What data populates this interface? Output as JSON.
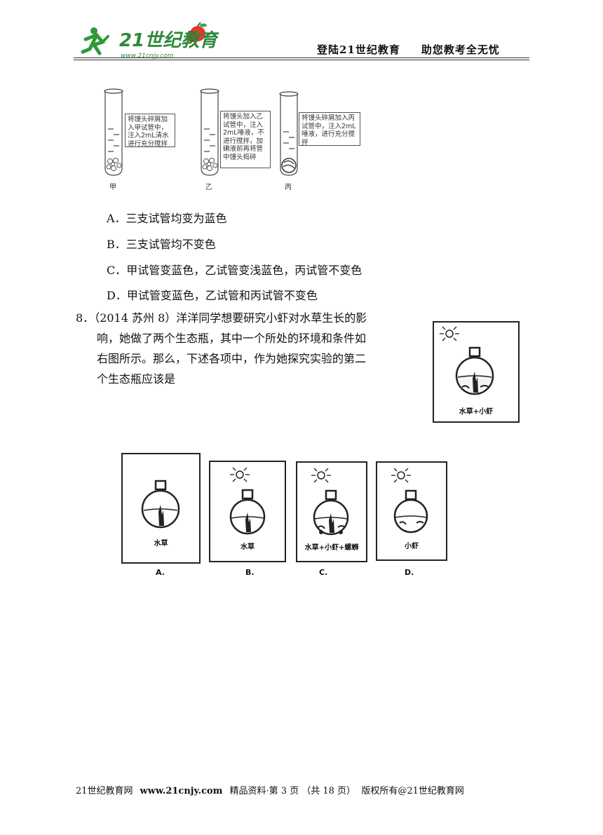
{
  "header": {
    "logo_text": "21世纪教育",
    "logo_url_text": "www.21cnjy.com",
    "slogan_left": "登陆21世纪教育",
    "slogan_right": "助您教考全无忧"
  },
  "tube_figure": {
    "tubes": [
      {
        "label": "甲",
        "note": "将馒头碎屑加入甲试管中，注入2mL清水进行充分搅拌"
      },
      {
        "label": "乙",
        "note": "将馒头加入乙试管中，注入2mL唾液，不进行搅拌，加碘液前再将管中馒头捣碎"
      },
      {
        "label": "丙",
        "note": "将馒头碎屑加入丙试管中，注入2mL唾液，进行充分搅拌"
      }
    ]
  },
  "options_q7": [
    "A．三支试管均变为蓝色",
    "B．三支试管均不变色",
    "C．甲试管变蓝色，乙试管变浅蓝色，丙试管不变色",
    "D．甲试管变蓝色，乙试管和丙试管不变色"
  ],
  "question8": {
    "number": "8．",
    "lines": [
      "（2014 苏州 8）洋洋同学想要研究小虾对水草生长的影",
      "响，她做了两个生态瓶，其中一个所处的环境和条件如",
      "右图所示。那么，下述各项中，作为她探究实验的第二",
      "个生态瓶应该是"
    ],
    "reference_label": "水草+小虾"
  },
  "options_q8": [
    {
      "letter": "A.",
      "label": "水草"
    },
    {
      "letter": "B.",
      "label": "水草"
    },
    {
      "letter": "C.",
      "label": "水草+小虾+螺蛳"
    },
    {
      "letter": "D.",
      "label": "小虾"
    }
  ],
  "footer": {
    "left": "21世纪教育网",
    "site": "www.21cnjy.com",
    "middle": "精品资料·第 3 页 （共 18 页）",
    "right": "版权所有@21世纪教育网"
  }
}
